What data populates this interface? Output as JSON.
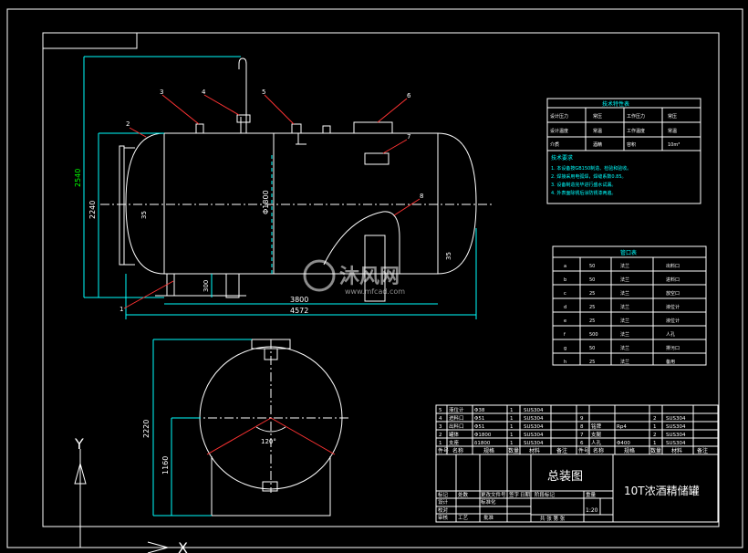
{
  "drawing": {
    "title_main": "总装图",
    "title_product": "10T浓酒精储罐",
    "scale": "1:20"
  },
  "watermark": {
    "brand": "沐风网",
    "url": "www.mfcad.com"
  },
  "front_view": {
    "dims": {
      "overall_height": "2540",
      "shell_height": "2240",
      "diameter": "Φ1800",
      "support_spacing": "3800",
      "overall_length": "4572",
      "support_height": "300",
      "left_small": "35",
      "right_small": "35"
    },
    "part_tags": [
      "1",
      "2",
      "3",
      "4",
      "5",
      "6",
      "7",
      "8"
    ]
  },
  "side_view": {
    "dims": {
      "height": "2220",
      "center_height": "1160",
      "angle": "120°"
    }
  },
  "axes": {
    "y_label": "Y",
    "x_label": "X"
  },
  "tech_params": {
    "title": "技术特性表",
    "rows": [
      [
        "设计压力",
        "常压",
        "工作压力",
        "常压"
      ],
      [
        "设计温度",
        "常温",
        "工作温度",
        "常温"
      ],
      [
        "介质",
        "酒精",
        "容积",
        "10m³"
      ]
    ]
  },
  "tech_requirements": {
    "title": "技术要求",
    "items": [
      "1. 本设备按GB150制造、检验和验收。",
      "2. 焊接采用电弧焊，焊缝系数0.85。",
      "3. 设备制造完毕进行盛水试漏。",
      "4. 外表面除锈后涂防锈漆两遍。"
    ]
  },
  "nozzle_table": {
    "title": "管口表",
    "rows": [
      [
        "a",
        "50",
        "法兰",
        "出料口"
      ],
      [
        "b",
        "50",
        "法兰",
        "进料口"
      ],
      [
        "c",
        "25",
        "法兰",
        "放空口"
      ],
      [
        "d",
        "25",
        "法兰",
        "液位计"
      ],
      [
        "e",
        "25",
        "法兰",
        "液位计"
      ],
      [
        "f",
        "500",
        "法兰",
        "人孔"
      ],
      [
        "g",
        "50",
        "法兰",
        "排污口"
      ],
      [
        "h",
        "25",
        "法兰",
        "备用"
      ]
    ]
  },
  "bom": {
    "left_rows": [
      [
        "5",
        "液位计",
        "Φ38",
        "1",
        "SUS304"
      ],
      [
        "4",
        "进料口",
        "Φ51",
        "1",
        "SUS304"
      ],
      [
        "3",
        "出料口",
        "Φ51",
        "1",
        "SUS304"
      ],
      [
        "2",
        "罐体",
        "Φ1800",
        "1",
        "SUS304"
      ],
      [
        "1",
        "支座",
        "δ1800",
        "1",
        "SUS304"
      ]
    ],
    "right_rows": [
      [
        "9",
        "",
        "",
        "2",
        "SUS304"
      ],
      [
        "8",
        "铭牌",
        "Rp4",
        "1",
        "SUS304"
      ],
      [
        "7",
        "支腿",
        "",
        "2",
        "SUS304"
      ],
      [
        "6",
        "人孔",
        "Φ400",
        "1",
        "SUS304"
      ]
    ],
    "header": [
      "件号",
      "名称",
      "规格",
      "数量",
      "材料",
      "备注"
    ]
  },
  "title_block": {
    "labels": [
      "标记",
      "处数",
      "更改文件号",
      "签字",
      "日期",
      "设计",
      "校对",
      "审核",
      "工艺",
      "批准",
      "标准化"
    ],
    "stage": "阶段标记",
    "weight": "重量",
    "ratio": "比例",
    "sheet": "共 张 第 张"
  }
}
